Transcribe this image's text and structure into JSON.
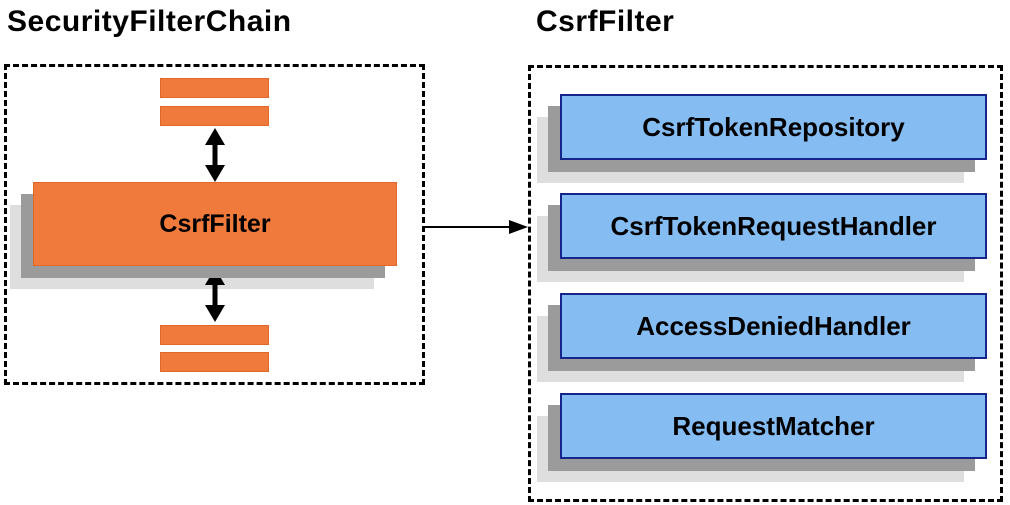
{
  "diagram": {
    "left_panel": {
      "title": "SecurityFilterChain",
      "filter_box_label": "CsrfFilter"
    },
    "right_panel": {
      "title": "CsrfFilter",
      "components": [
        "CsrfTokenRepository",
        "CsrfTokenRequestHandler",
        "AccessDeniedHandler",
        "RequestMatcher"
      ]
    },
    "icons": {
      "vertical_double_arrow": "up-down-arrow-icon",
      "horizontal_arrow": "right-arrow-icon"
    },
    "colors": {
      "orange_fill": "#F0793C",
      "orange_border": "#E2672A",
      "blue_fill": "#85BCF2",
      "blue_border": "#16258C",
      "shadow_dark": "#9B9B9B",
      "shadow_light": "#DEDEDE",
      "arrow_black": "#000000",
      "text": "#000000",
      "background": "#FFFFFF"
    }
  }
}
